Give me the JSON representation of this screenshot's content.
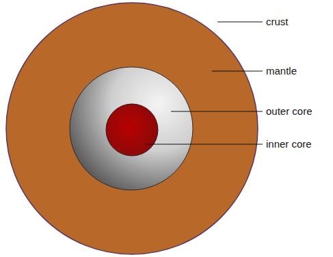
{
  "diagram": {
    "labels": [
      "crust",
      "mantle",
      "outer core",
      "inner core"
    ]
  }
}
